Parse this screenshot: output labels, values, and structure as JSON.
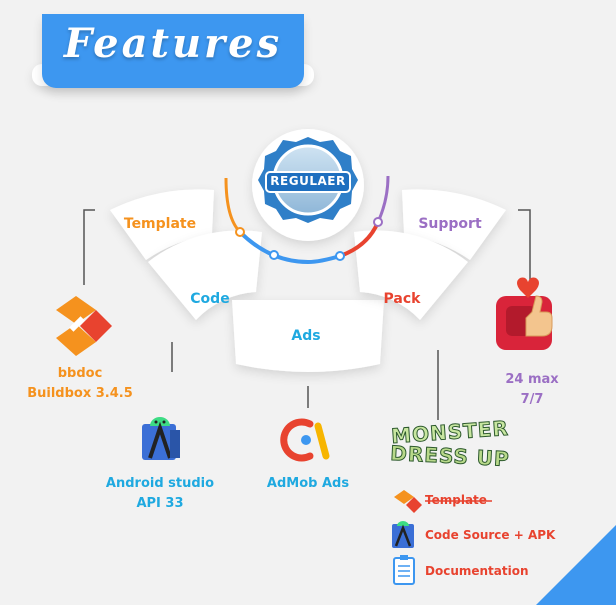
{
  "header": {
    "title": "Features"
  },
  "badge": {
    "text": "REGULAER"
  },
  "segments": {
    "template": "Template",
    "code": "Code",
    "ads": "Ads",
    "pack": "Pack",
    "support": "Support"
  },
  "items": {
    "bbdoc_line1": "bbdoc",
    "bbdoc_line2": "Buildbox 3.4.5",
    "android_line1": "Android studio",
    "android_line2": "API 33",
    "admob": "AdMob Ads",
    "support_line1": "24 max",
    "support_line2": "7/7"
  },
  "pack": {
    "logo_line1": "MONSTER",
    "logo_line2": "DRESS UP",
    "rows": [
      "Template",
      "Code Source + APK",
      "Documentation"
    ]
  },
  "colors": {
    "blue": "#3d97f0",
    "orange": "#f5921e",
    "cyan": "#1fa9e0",
    "red": "#e8432f",
    "purple": "#9b6fc4"
  }
}
